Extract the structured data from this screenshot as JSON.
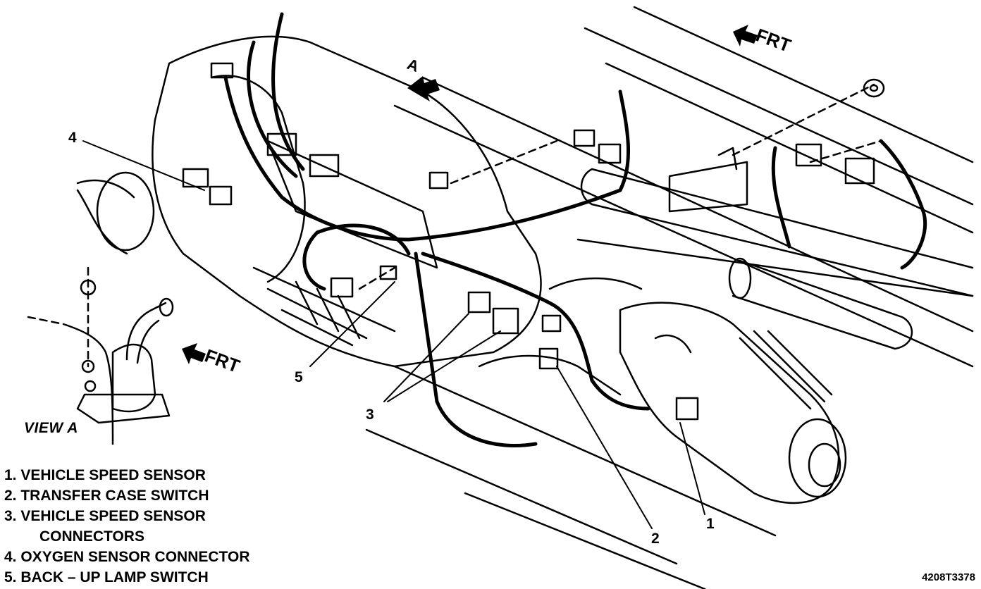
{
  "arrows": {
    "frt_main": "FRT",
    "frt_view": "FRT",
    "view_marker": "A"
  },
  "view_label": "VIEW  A",
  "callouts": {
    "c1": "1",
    "c2": "2",
    "c3": "3",
    "c4": "4",
    "c5": "5"
  },
  "legend": [
    "1.  VEHICLE SPEED SENSOR",
    "2.  TRANSFER CASE SWITCH",
    "3.  VEHICLE SPEED SENSOR",
    "CONNECTORS",
    "4.  OXYGEN SENSOR CONNECTOR",
    "5.  BACK – UP LAMP SWITCH"
  ],
  "figure_code": "4208T3378"
}
